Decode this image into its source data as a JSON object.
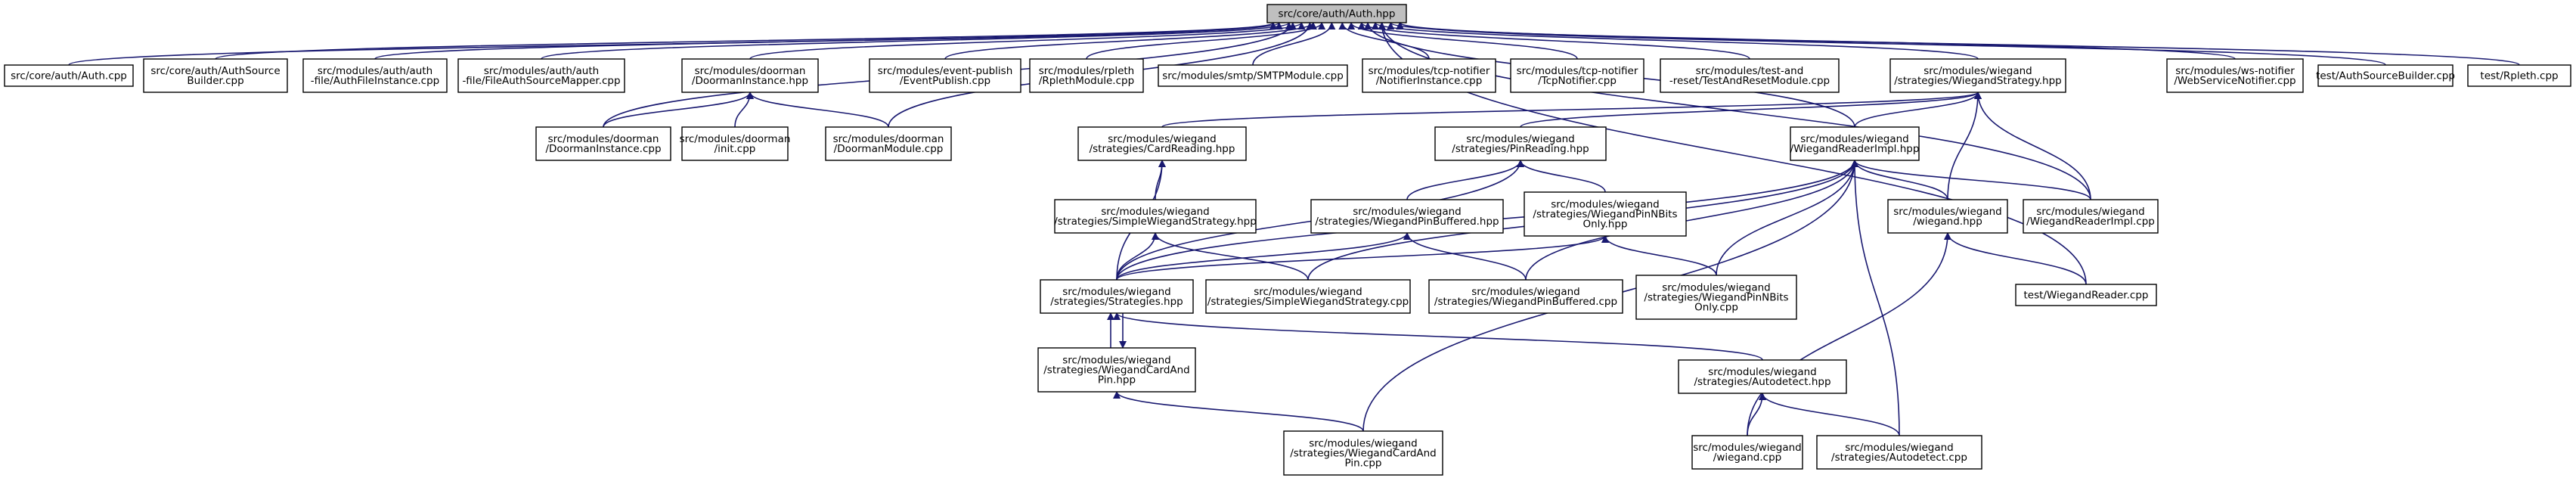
{
  "colors": {
    "edge": "#191970",
    "root_fill": "#bfbfbf",
    "node_fill": "#ffffff",
    "node_border": "#000000"
  },
  "nodes": {
    "root": [
      "src/core/auth/Auth.hpp"
    ],
    "auth_cpp": [
      "src/core/auth/Auth.cpp"
    ],
    "auth_source_builder": [
      "src/core/auth/AuthSource",
      "Builder.cpp"
    ],
    "auth_file_instance": [
      "src/modules/auth/auth",
      "-file/AuthFileInstance.cpp"
    ],
    "file_auth_source_mapper": [
      "src/modules/auth/auth",
      "-file/FileAuthSourceMapper.cpp"
    ],
    "doorman_instance_hpp": [
      "src/modules/doorman",
      "/DoormanInstance.hpp"
    ],
    "event_publish": [
      "src/modules/event-publish",
      "/EventPublish.cpp"
    ],
    "rpleth_module": [
      "src/modules/rpleth",
      "/RplethModule.cpp"
    ],
    "smtp_module": [
      "src/modules/smtp/SMTPModule.cpp"
    ],
    "notifier_instance": [
      "src/modules/tcp-notifier",
      "/NotifierInstance.cpp"
    ],
    "tcp_notifier": [
      "src/modules/tcp-notifier",
      "/TcpNotifier.cpp"
    ],
    "test_and_reset": [
      "src/modules/test-and",
      "-reset/TestAndResetModule.cpp"
    ],
    "wiegand_strategy_hpp": [
      "src/modules/wiegand",
      "/strategies/WiegandStrategy.hpp"
    ],
    "web_service_notifier": [
      "src/modules/ws-notifier",
      "/WebServiceNotifier.cpp"
    ],
    "test_auth_source_builder": [
      "test/AuthSourceBuilder.cpp"
    ],
    "test_rpleth": [
      "test/Rpleth.cpp"
    ],
    "doorman_instance_cpp": [
      "src/modules/doorman",
      "/DoormanInstance.cpp"
    ],
    "doorman_init": [
      "src/modules/doorman",
      "/init.cpp"
    ],
    "doorman_module": [
      "src/modules/doorman",
      "/DoormanModule.cpp"
    ],
    "card_reading": [
      "src/modules/wiegand",
      "/strategies/CardReading.hpp"
    ],
    "pin_reading": [
      "src/modules/wiegand",
      "/strategies/PinReading.hpp"
    ],
    "wiegand_reader_impl_hpp": [
      "src/modules/wiegand",
      "/WiegandReaderImpl.hpp"
    ],
    "simple_wiegand_strategy_hpp": [
      "src/modules/wiegand",
      "/strategies/SimpleWiegandStrategy.hpp"
    ],
    "wiegand_pin_buffered_hpp": [
      "src/modules/wiegand",
      "/strategies/WiegandPinBuffered.hpp"
    ],
    "wiegand_pin_nbits_only_hpp": [
      "src/modules/wiegand",
      "/strategies/WiegandPinNBits",
      "Only.hpp"
    ],
    "wiegand_hpp": [
      "src/modules/wiegand",
      "/wiegand.hpp"
    ],
    "wiegand_reader_impl_cpp": [
      "src/modules/wiegand",
      "/WiegandReaderImpl.cpp"
    ],
    "strategies_hpp": [
      "src/modules/wiegand",
      "/strategies/Strategies.hpp"
    ],
    "simple_wiegand_strategy_cpp": [
      "src/modules/wiegand",
      "/strategies/SimpleWiegandStrategy.cpp"
    ],
    "wiegand_pin_buffered_cpp": [
      "src/modules/wiegand",
      "/strategies/WiegandPinBuffered.cpp"
    ],
    "wiegand_pin_nbits_only_cpp": [
      "src/modules/wiegand",
      "/strategies/WiegandPinNBits",
      "Only.cpp"
    ],
    "test_wiegand_reader": [
      "test/WiegandReader.cpp"
    ],
    "card_and_pin_hpp": [
      "src/modules/wiegand",
      "/strategies/WiegandCardAnd",
      "Pin.hpp"
    ],
    "autodetect_hpp": [
      "src/modules/wiegand",
      "/strategies/Autodetect.hpp"
    ],
    "card_and_pin_cpp": [
      "src/modules/wiegand",
      "/strategies/WiegandCardAnd",
      "Pin.cpp"
    ],
    "wiegand_cpp": [
      "src/modules/wiegand",
      "/wiegand.cpp"
    ],
    "autodetect_cpp": [
      "src/modules/wiegand",
      "/strategies/Autodetect.cpp"
    ]
  }
}
